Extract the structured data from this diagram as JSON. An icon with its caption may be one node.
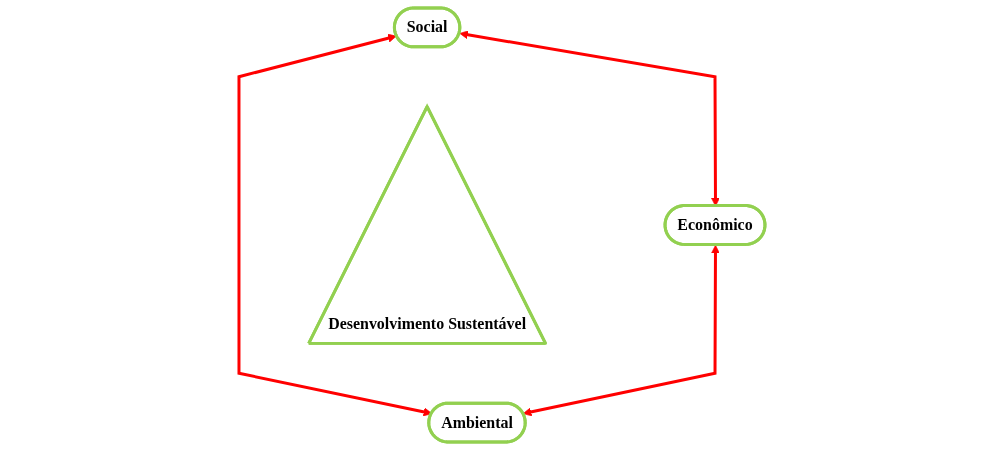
{
  "diagram": {
    "nodes": [
      {
        "text": [
          "Social"
        ]
      },
      {
        "text": [
          "Econômico"
        ]
      },
      {
        "text": [
          "Ambiental"
        ]
      },
      {
        "text": [
          "Desenvolvimento Sustentável"
        ]
      }
    ],
    "edges": [
      {
        "from": 0,
        "to": 1,
        "arrow": "both"
      },
      {
        "from": 0,
        "to": 2,
        "arrow": "both"
      },
      {
        "from": 1,
        "to": 2,
        "arrow": "both"
      }
    ]
  }
}
